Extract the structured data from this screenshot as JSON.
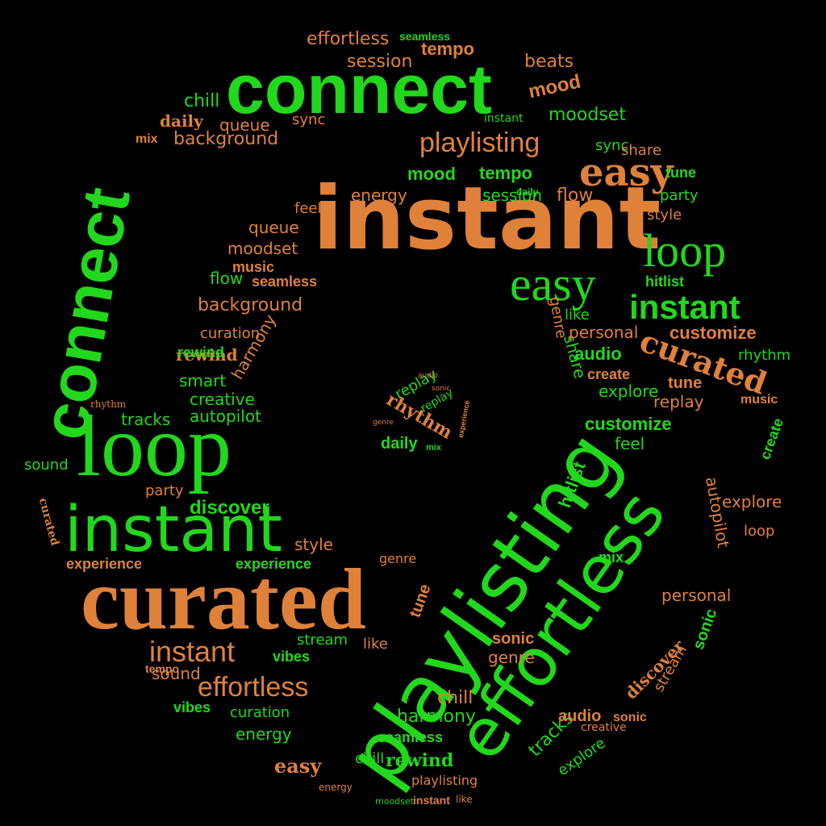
{
  "colors": {
    "background": "#000000",
    "green": "#22d81c",
    "orange": "#e0813a"
  },
  "words": [
    {
      "text": "connect",
      "color": "green",
      "weight": "big"
    },
    {
      "text": "instant",
      "color": "orange",
      "weight": "big"
    },
    {
      "text": "connect",
      "color": "green",
      "weight": "big"
    },
    {
      "text": "loop",
      "color": "green",
      "weight": "big"
    },
    {
      "text": "instant",
      "color": "green",
      "weight": "big"
    },
    {
      "text": "curated",
      "color": "orange",
      "weight": "big"
    },
    {
      "text": "playlisting",
      "color": "green",
      "weight": "big"
    },
    {
      "text": "effortless",
      "color": "green",
      "weight": "big"
    },
    {
      "text": "easy",
      "color": "orange",
      "weight": "mid"
    },
    {
      "text": "loop",
      "color": "green",
      "weight": "mid"
    },
    {
      "text": "easy",
      "color": "green",
      "weight": "mid"
    },
    {
      "text": "instant",
      "color": "green",
      "weight": "mid"
    },
    {
      "text": "curated",
      "color": "orange",
      "weight": "mid"
    },
    {
      "text": "instant",
      "color": "orange",
      "weight": "mid"
    },
    {
      "text": "effortless",
      "color": "orange",
      "weight": "mid"
    },
    {
      "text": "playlisting",
      "color": "orange",
      "weight": "mid"
    },
    {
      "text": "discover",
      "color": "green",
      "weight": "mid"
    },
    {
      "text": "experience",
      "color": "orange",
      "weight": "mid"
    },
    {
      "text": "experience",
      "color": "green",
      "weight": "mid"
    },
    {
      "text": "customize",
      "color": "orange",
      "weight": "mid"
    },
    {
      "text": "customize",
      "color": "green",
      "weight": "mid"
    },
    {
      "text": "background",
      "color": "orange",
      "weight": "mid"
    },
    {
      "text": "background",
      "color": "orange",
      "weight": "mid"
    },
    {
      "text": "effortless",
      "color": "orange",
      "weight": "mid"
    },
    {
      "text": "seamless",
      "color": "green",
      "weight": "mid"
    },
    {
      "text": "seamless",
      "color": "orange",
      "weight": "mid"
    },
    {
      "text": "seamless",
      "color": "green",
      "weight": "mid"
    },
    {
      "text": "session",
      "color": "orange",
      "weight": "mid"
    },
    {
      "text": "session",
      "color": "green",
      "weight": "mid"
    },
    {
      "text": "tempo",
      "color": "orange",
      "weight": "mid"
    },
    {
      "text": "tempo",
      "color": "green",
      "weight": "mid"
    },
    {
      "text": "mood",
      "color": "green",
      "weight": "mid"
    },
    {
      "text": "mood",
      "color": "orange",
      "weight": "mid"
    },
    {
      "text": "beats",
      "color": "orange",
      "weight": "mid"
    },
    {
      "text": "chill",
      "color": "green",
      "weight": "mid"
    },
    {
      "text": "chill",
      "color": "orange",
      "weight": "mid"
    },
    {
      "text": "daily",
      "color": "orange",
      "weight": "mid"
    },
    {
      "text": "daily",
      "color": "green",
      "weight": "mid"
    },
    {
      "text": "queue",
      "color": "orange",
      "weight": "mid"
    },
    {
      "text": "queue",
      "color": "orange",
      "weight": "mid"
    },
    {
      "text": "moodset",
      "color": "green",
      "weight": "mid"
    },
    {
      "text": "moodset",
      "color": "orange",
      "weight": "mid"
    },
    {
      "text": "rewind",
      "color": "orange",
      "weight": "mid"
    },
    {
      "text": "rewind",
      "color": "green",
      "weight": "mid"
    },
    {
      "text": "harmony",
      "color": "orange",
      "weight": "mid"
    },
    {
      "text": "harmony",
      "color": "green",
      "weight": "mid"
    },
    {
      "text": "smart",
      "color": "green",
      "weight": "mid"
    },
    {
      "text": "creative",
      "color": "green",
      "weight": "mid"
    },
    {
      "text": "autopilot",
      "color": "green",
      "weight": "mid"
    },
    {
      "text": "autopilot",
      "color": "orange",
      "weight": "mid"
    },
    {
      "text": "tracks",
      "color": "green",
      "weight": "mid"
    },
    {
      "text": "tracks",
      "color": "green",
      "weight": "mid"
    },
    {
      "text": "music",
      "color": "orange",
      "weight": "mid"
    },
    {
      "text": "music",
      "color": "orange",
      "weight": "mid"
    },
    {
      "text": "flow",
      "color": "green",
      "weight": "mid"
    },
    {
      "text": "flow",
      "color": "orange",
      "weight": "mid"
    },
    {
      "text": "sync",
      "color": "orange",
      "weight": "mid"
    },
    {
      "text": "sync",
      "color": "green",
      "weight": "mid"
    },
    {
      "text": "share",
      "color": "orange",
      "weight": "mid"
    },
    {
      "text": "share",
      "color": "green",
      "weight": "mid"
    },
    {
      "text": "party",
      "color": "orange",
      "weight": "mid"
    },
    {
      "text": "party",
      "color": "green",
      "weight": "mid"
    },
    {
      "text": "style",
      "color": "orange",
      "weight": "mid"
    },
    {
      "text": "style",
      "color": "orange",
      "weight": "mid"
    },
    {
      "text": "hitlist",
      "color": "green",
      "weight": "mid"
    },
    {
      "text": "hitlist",
      "color": "green",
      "weight": "mid"
    },
    {
      "text": "replay",
      "color": "orange",
      "weight": "mid"
    },
    {
      "text": "replay",
      "color": "green",
      "weight": "mid"
    },
    {
      "text": "rhythm",
      "color": "green",
      "weight": "mid"
    },
    {
      "text": "rhythm",
      "color": "orange",
      "weight": "mid"
    },
    {
      "text": "create",
      "color": "orange",
      "weight": "mid"
    },
    {
      "text": "create",
      "color": "green",
      "weight": "mid"
    },
    {
      "text": "explore",
      "color": "green",
      "weight": "mid"
    },
    {
      "text": "explore",
      "color": "orange",
      "weight": "mid"
    },
    {
      "text": "like",
      "color": "green",
      "weight": "mid"
    },
    {
      "text": "like",
      "color": "orange",
      "weight": "mid"
    },
    {
      "text": "personal",
      "color": "orange",
      "weight": "mid"
    },
    {
      "text": "personal",
      "color": "orange",
      "weight": "mid"
    },
    {
      "text": "audio",
      "color": "green",
      "weight": "mid"
    },
    {
      "text": "audio",
      "color": "orange",
      "weight": "mid"
    },
    {
      "text": "genre",
      "color": "orange",
      "weight": "mid"
    },
    {
      "text": "genre",
      "color": "orange",
      "weight": "mid"
    },
    {
      "text": "sonic",
      "color": "orange",
      "weight": "mid"
    },
    {
      "text": "sonic",
      "color": "green",
      "weight": "mid"
    },
    {
      "text": "tune",
      "color": "orange",
      "weight": "mid"
    },
    {
      "text": "tune",
      "color": "orange",
      "weight": "mid"
    },
    {
      "text": "vibes",
      "color": "green",
      "weight": "mid"
    },
    {
      "text": "vibes",
      "color": "green",
      "weight": "mid"
    },
    {
      "text": "energy",
      "color": "orange",
      "weight": "mid"
    },
    {
      "text": "energy",
      "color": "green",
      "weight": "mid"
    },
    {
      "text": "sound",
      "color": "green",
      "weight": "mid"
    },
    {
      "text": "sound",
      "color": "orange",
      "weight": "mid"
    },
    {
      "text": "stream",
      "color": "green",
      "weight": "mid"
    },
    {
      "text": "stream",
      "color": "orange",
      "weight": "mid"
    },
    {
      "text": "curation",
      "color": "green",
      "weight": "mid"
    },
    {
      "text": "curation",
      "color": "orange",
      "weight": "mid"
    },
    {
      "text": "feel",
      "color": "orange",
      "weight": "mid"
    },
    {
      "text": "feel",
      "color": "green",
      "weight": "mid"
    },
    {
      "text": "mix",
      "color": "orange",
      "weight": "mid"
    },
    {
      "text": "mix",
      "color": "green",
      "weight": "mid"
    },
    {
      "text": "discover",
      "color": "orange",
      "weight": "mid"
    },
    {
      "text": "explore",
      "color": "green",
      "weight": "mid"
    },
    {
      "text": "loop",
      "color": "orange",
      "weight": "mid"
    },
    {
      "text": "tune",
      "color": "green",
      "weight": "mid"
    },
    {
      "text": "curated",
      "color": "orange",
      "weight": "mid"
    },
    {
      "text": "instant",
      "color": "green",
      "weight": "mid"
    },
    {
      "text": "sonic",
      "color": "orange",
      "weight": "mid"
    },
    {
      "text": "chill",
      "color": "green",
      "weight": "mid"
    },
    {
      "text": "tempo",
      "color": "orange",
      "weight": "mid"
    },
    {
      "text": "genre",
      "color": "orange",
      "weight": "mid"
    },
    {
      "text": "easy",
      "color": "orange",
      "weight": "mid"
    },
    {
      "text": "rewind",
      "color": "green",
      "weight": "mid"
    },
    {
      "text": "playlisting",
      "color": "orange",
      "weight": "mid"
    },
    {
      "text": "instant",
      "color": "orange",
      "weight": "mid"
    },
    {
      "text": "moodset",
      "color": "green",
      "weight": "mid"
    },
    {
      "text": "like",
      "color": "orange",
      "weight": "mid"
    },
    {
      "text": "energy",
      "color": "orange",
      "weight": "mid"
    },
    {
      "text": "creative",
      "color": "orange",
      "weight": "mid"
    },
    {
      "text": "replay",
      "color": "green",
      "weight": "mid"
    },
    {
      "text": "rhythm",
      "color": "orange",
      "weight": "mid"
    },
    {
      "text": "daily",
      "color": "green",
      "weight": "mid"
    },
    {
      "text": "mix",
      "color": "green",
      "weight": "mid"
    },
    {
      "text": "audio",
      "color": "orange",
      "weight": "mid"
    },
    {
      "text": "sonic",
      "color": "orange",
      "weight": "mid"
    },
    {
      "text": "experience",
      "color": "orange",
      "weight": "mid"
    },
    {
      "text": "genre",
      "color": "orange",
      "weight": "mid"
    }
  ]
}
